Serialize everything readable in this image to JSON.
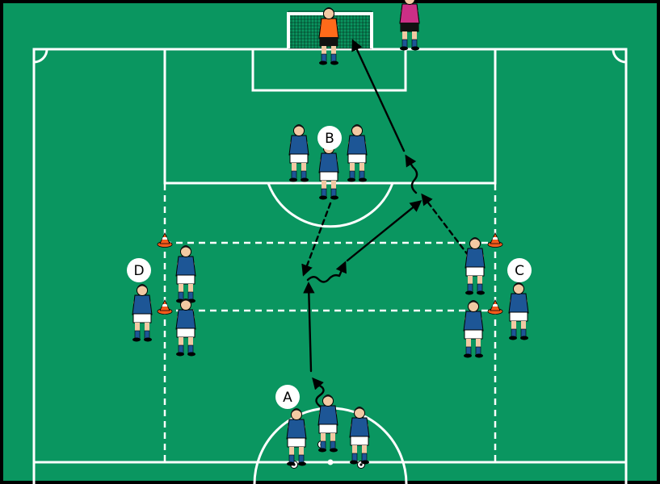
{
  "colors": {
    "pitch": "#0a9660",
    "border": "#000000",
    "lines": "#ffffff",
    "shirt": "#1d5696",
    "shorts": "#ffffff",
    "socks": "#1d5696",
    "skin": "#f2c9a3",
    "hair": "#111111",
    "keeper_shirt": "#ff6a1a",
    "keeper_shorts": "#111111",
    "referee_shirt": "#cc2f86",
    "referee_shorts": "#111111",
    "cone": "#f45b1c",
    "arrow": "#000000",
    "label_bg": "#ffffff"
  },
  "station_labels": [
    {
      "key": "A",
      "text": "A"
    },
    {
      "key": "B",
      "text": "B"
    },
    {
      "key": "C",
      "text": "C"
    },
    {
      "key": "D",
      "text": "D"
    }
  ],
  "players": [
    {
      "group": "B",
      "role": "player",
      "facing": "front"
    },
    {
      "group": "B",
      "role": "player",
      "facing": "front"
    },
    {
      "group": "B",
      "role": "player",
      "facing": "front"
    },
    {
      "group": "A",
      "role": "player",
      "facing": "back"
    },
    {
      "group": "A",
      "role": "player",
      "facing": "back"
    },
    {
      "group": "A",
      "role": "player",
      "facing": "back"
    },
    {
      "group": "D",
      "role": "player",
      "facing": "front"
    },
    {
      "group": "D",
      "role": "player",
      "facing": "front"
    },
    {
      "group": "D",
      "role": "player",
      "facing": "front"
    },
    {
      "group": "C",
      "role": "player",
      "facing": "front"
    },
    {
      "group": "C",
      "role": "player",
      "facing": "front"
    },
    {
      "group": "C",
      "role": "player",
      "facing": "front"
    },
    {
      "group": "goal",
      "role": "goalkeeper",
      "facing": "front"
    },
    {
      "group": "goal",
      "role": "referee",
      "facing": "front"
    }
  ],
  "cones": 4,
  "balls": 3
}
